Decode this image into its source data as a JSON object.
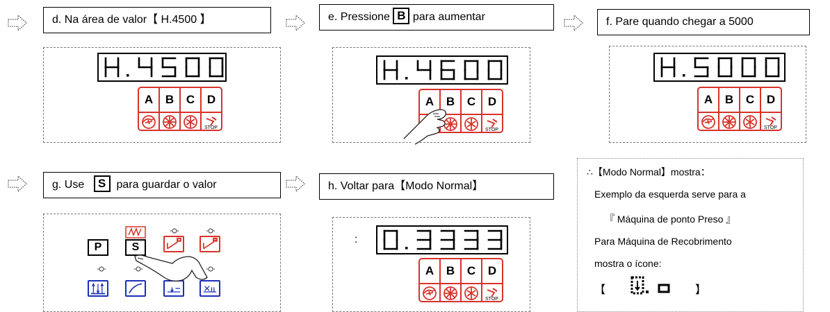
{
  "steps": {
    "d": {
      "text": "d. Na área de valor【  H.4500  】"
    },
    "e": {
      "prefix": "e. Pressione",
      "key": "B",
      "suffix": "para aumentar"
    },
    "f": {
      "text": "f. Pare quando chegar a 5000"
    },
    "g": {
      "prefix": "g. Use",
      "key": "S",
      "suffix": "para guardar o valor"
    },
    "h": {
      "text": "h. Voltar para【Modo Normal】"
    }
  },
  "displays": {
    "d": "H. 4500",
    "e": "H. 4600",
    "f": "H. 5000",
    "h": "0. 3333"
  },
  "keypad": {
    "keys": [
      "A",
      "B",
      "C",
      "D"
    ],
    "stop_label": "STOP",
    "icons": [
      "thread-trim-icon",
      "needle-cooling-icon",
      "presser-foot-icon",
      "stop-motor-icon"
    ]
  },
  "function_panel": {
    "p_label": "P",
    "s_label": "S",
    "icons": [
      "increase-icon",
      "decrease-icon",
      "stitch-up-down-icon",
      "soft-start-icon",
      "back-tack-icon",
      "trim-tack-icon"
    ]
  },
  "h_panel": {
    "colon": ":"
  },
  "note": {
    "line1": "∴【Modo Normal】mostra：",
    "line2": "Exemplo da esquerda serve para a",
    "line3": "『 Máquina de ponto Preso 』",
    "line4": "Para Máquina de Recobrimento",
    "line5": "mostra o ícone:",
    "icon_open": "【",
    "icon_close": "】"
  },
  "colors": {
    "red": "#d8332a",
    "blue": "#1a2fb8",
    "black": "#000000"
  }
}
